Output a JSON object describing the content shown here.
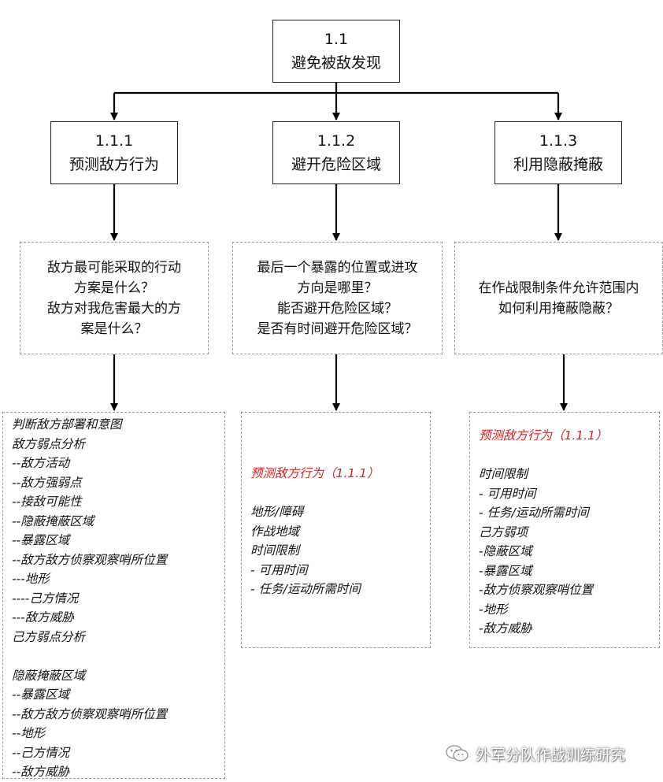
{
  "root": {
    "id": "1.1",
    "title": "避免被敌发现"
  },
  "branches": [
    {
      "id": "1.1.1",
      "title": "预测敌方行为",
      "questions": [
        "敌方最可能采取的行动",
        "方案是什么？",
        "敌方对我危害最大的方",
        "案是什么？"
      ],
      "details": [
        "判断敌方部署和意图",
        "敌方弱点分析",
        "--敌方活动",
        "--敌方强弱点",
        "--接敌可能性",
        "--隐蔽掩蔽区域",
        "--暴露区域",
        "--敌方敌方侦察观察哨所位置",
        "---地形",
        "----己方情况",
        "---敌方威胁",
        "己方弱点分析",
        "",
        "隐蔽掩蔽区域",
        "--暴露区域",
        "--敌方敌方侦察观察哨所位置",
        "--地形",
        "--己方情况",
        "--敌方威胁"
      ]
    },
    {
      "id": "1.1.2",
      "title": "避开危险区域",
      "questions": [
        "最后一个暴露的位置或进攻",
        "方向是哪里？",
        "能否避开危险区域？",
        "是否有时间避开危险区域？"
      ],
      "reference": "预测敌方行为（1.1.1）",
      "details": [
        "地形/障碍",
        "作战地域",
        "时间限制",
        "- 可用时间",
        "- 任务/运动所需时间"
      ]
    },
    {
      "id": "1.1.3",
      "title": "利用隐蔽掩蔽",
      "questions": [
        "在作战限制条件允许范围内",
        "如何利用掩蔽隐蔽？"
      ],
      "reference": "预测敌方行为（1.1.1）",
      "details": [
        "时间限制",
        "- 可用时间",
        "- 任务/运动所需时间",
        "己方弱项",
        "-隐蔽区域",
        "-暴露区域",
        "-敌方侦察观察哨位置",
        "-地形",
        "-敌方威胁"
      ]
    }
  ],
  "watermark": {
    "text": "外军分队作战训练研究"
  },
  "colors": {
    "border": "#222222",
    "dashed": "#9a9a9a",
    "reference": "#e02020"
  }
}
